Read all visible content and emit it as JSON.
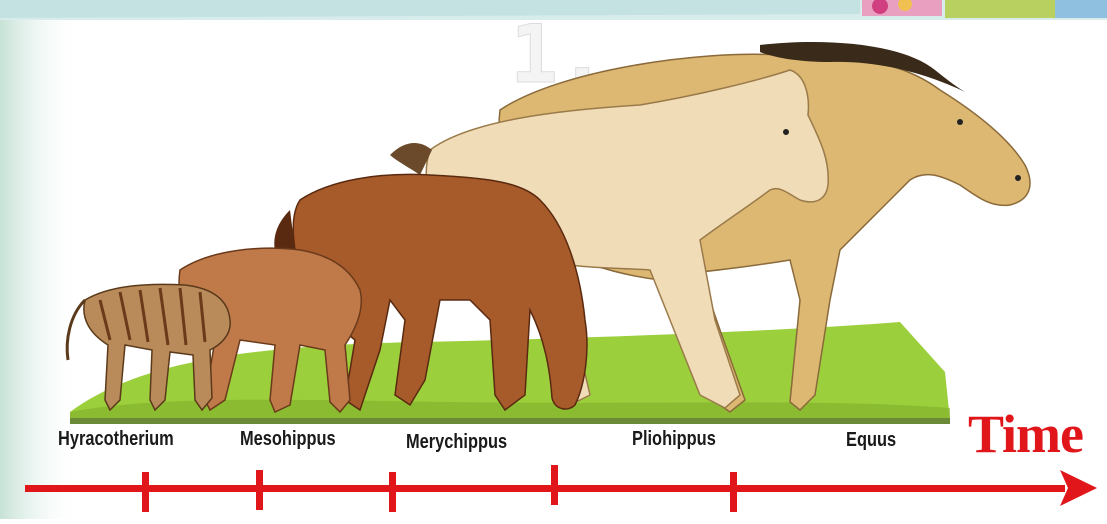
{
  "timeline": {
    "axis_label": "Time",
    "arrow_color": "#e0161b",
    "stages": [
      {
        "name": "Hyracotherium"
      },
      {
        "name": "Mesohippus"
      },
      {
        "name": "Merychippus"
      },
      {
        "name": "Pliohippus"
      },
      {
        "name": "Equus"
      }
    ]
  },
  "header_fragment": "1.",
  "colors": {
    "background_left": "#cfe6dc",
    "grass": "#9ccf3c",
    "coat_hyracotherium": "#b98a5a",
    "coat_mesohippus": "#c07a4a",
    "coat_merychippus": "#a75a2a",
    "coat_pliohippus": "#f0dcb6",
    "coat_equus": "#dcb872",
    "mane_equus": "#3a2a1a"
  }
}
